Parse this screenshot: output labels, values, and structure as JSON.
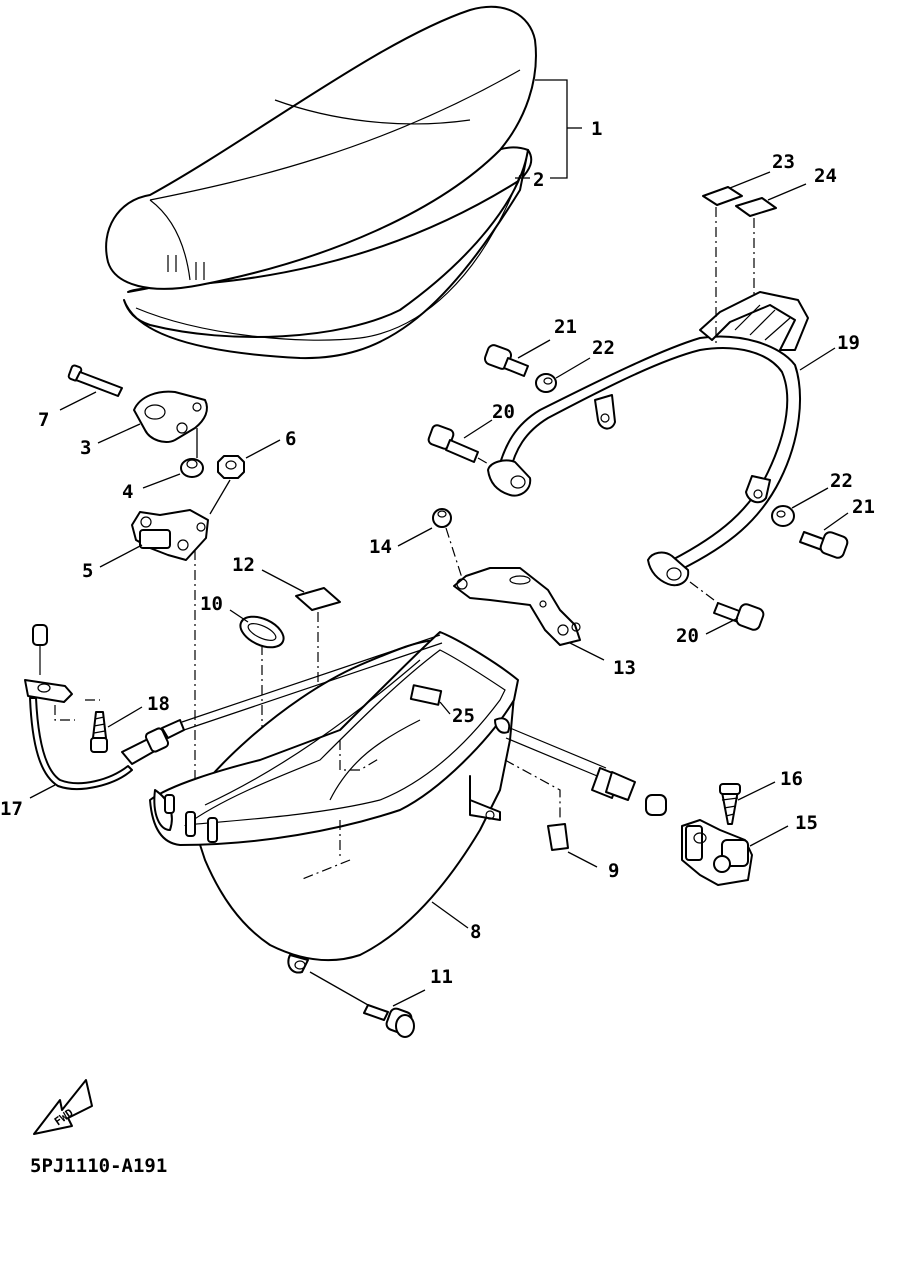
{
  "drawing_code": "5PJ1110-A191",
  "direction_marker": "FWD",
  "callouts": {
    "p1": "1",
    "p2": "2",
    "p3": "3",
    "p4": "4",
    "p5": "5",
    "p6": "6",
    "p7": "7",
    "p8": "8",
    "p9": "9",
    "p10": "10",
    "p11": "11",
    "p12": "12",
    "p13": "13",
    "p14": "14",
    "p15": "15",
    "p16": "16",
    "p17": "17",
    "p18": "18",
    "p19": "19",
    "p20a": "20",
    "p20b": "20",
    "p21a": "21",
    "p21b": "21",
    "p22a": "22",
    "p22b": "22",
    "p23": "23",
    "p24": "24",
    "p25": "25"
  }
}
